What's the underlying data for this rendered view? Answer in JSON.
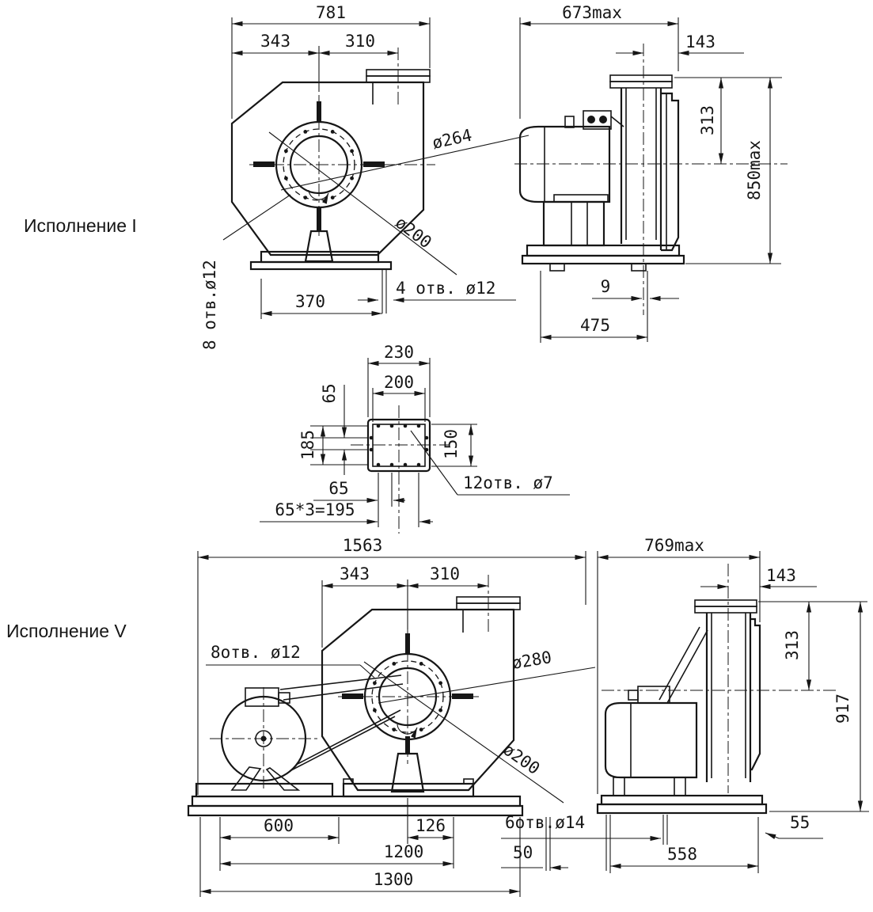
{
  "page": {
    "background": "#ffffff",
    "line_color": "#161616"
  },
  "version1": {
    "label": "Исполнение I",
    "front": {
      "overall_width": "781",
      "dist_left": "343",
      "dist_right": "310",
      "impeller_dia": "ø264",
      "inlet_dia": "ø200",
      "back_holes": "8 отв.ø12",
      "base_holes": "4 отв. ø12",
      "base_width": "370"
    },
    "side": {
      "depth": "673max",
      "outlet_offset": "143",
      "outlet_height": "313",
      "total_height": "850max",
      "axis_offset": "9",
      "base_depth": "475"
    }
  },
  "flange": {
    "outer_width": "230",
    "inner_width": "200",
    "side_pitch": "65",
    "bolt_span": "185",
    "inner_height": "150",
    "hole_pitch": "65",
    "pitch_total": "65*3=195",
    "holes": "12отв. ø7"
  },
  "version5": {
    "label": "Исполнение V",
    "front": {
      "overall_length": "1563",
      "dist_left": "343",
      "dist_right": "310",
      "back_holes": "8отв. ø12",
      "collar_dia": "ø280",
      "inlet_dia": "ø200",
      "motor_center": "600",
      "axis_offset": "126",
      "holes_span": "1200",
      "hole_offset": "50",
      "base_length": "1300",
      "base_holes": "6отв.ø14"
    },
    "side": {
      "depth": "769max",
      "outlet_offset": "143",
      "outlet_height": "313",
      "total_height": "917",
      "edge_offset": "55",
      "base_depth": "558"
    }
  }
}
